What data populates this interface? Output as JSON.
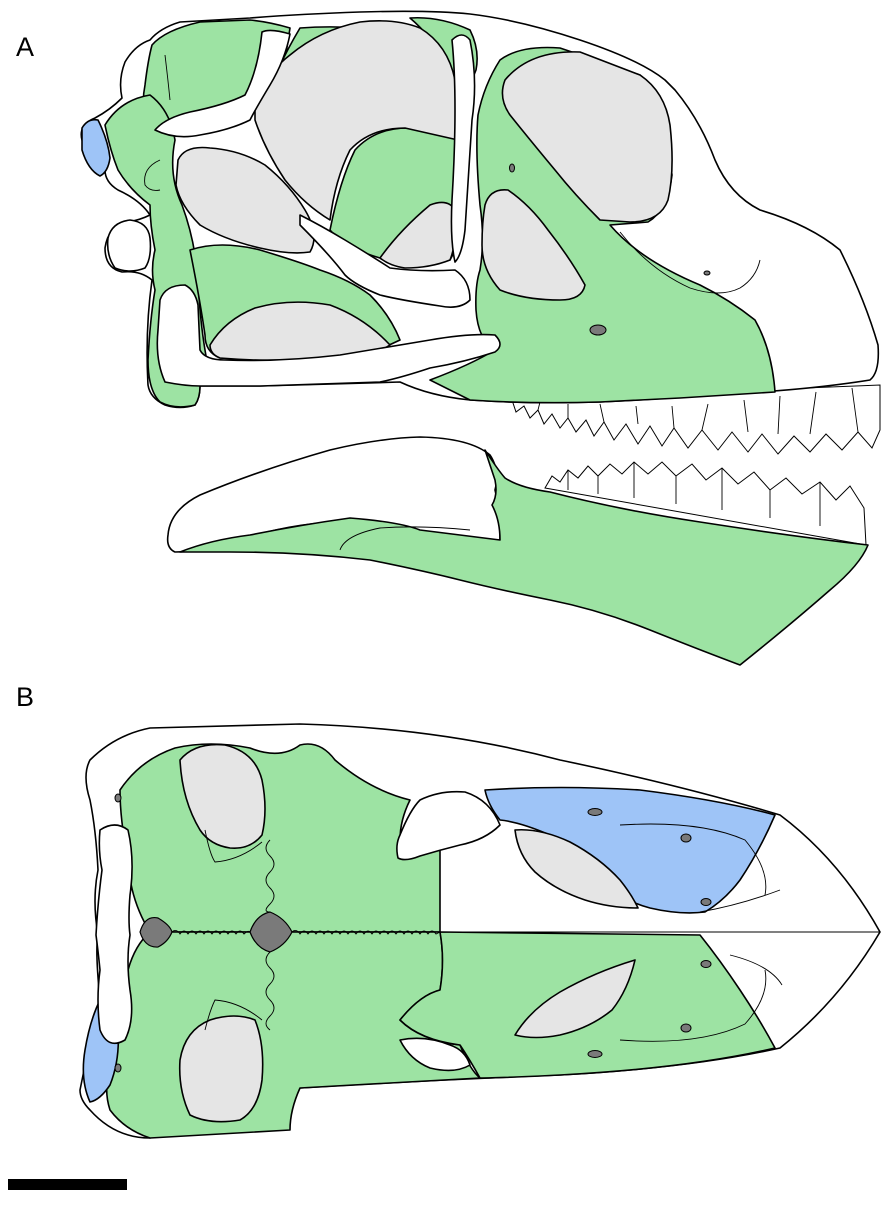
{
  "panels": [
    {
      "id": "A",
      "label": "A"
    },
    {
      "id": "B",
      "label": "B"
    }
  ],
  "colors": {
    "green_bone": "#9de3a3",
    "blue_bone": "#9ec4f7",
    "opening_gray": "#e5e5e5",
    "foramen_dark": "#7a7a7a",
    "unshaded_bone": "#ffffff",
    "outline": "#000000",
    "scale_bar": "#000000"
  }
}
